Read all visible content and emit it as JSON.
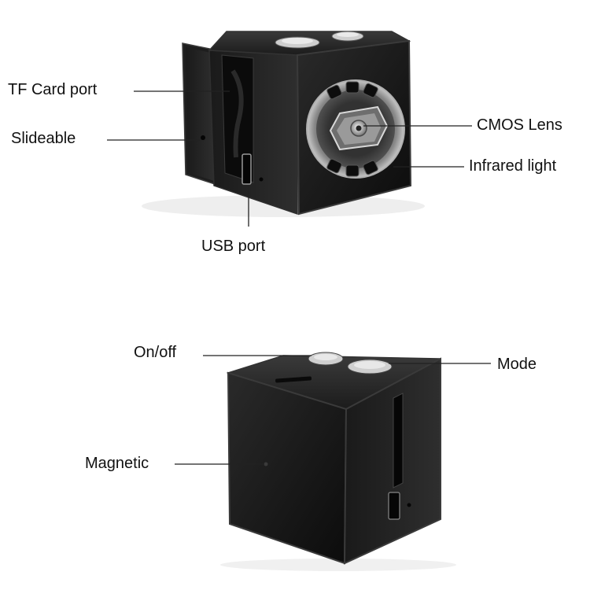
{
  "callouts_top": {
    "tf_card_port": "TF Card port",
    "slideable": "Slideable",
    "cmos_lens": "CMOS Lens",
    "infrared_light": "Infrared light",
    "usb_port": "USB port"
  },
  "callouts_bottom": {
    "on_off": "On/off",
    "mode": "Mode",
    "magnetic": "Magnetic"
  },
  "colors": {
    "body": "#141414",
    "edge": "#3a3a3a",
    "lens_ring": "#9a9a9a",
    "leader_line": "#222222"
  }
}
